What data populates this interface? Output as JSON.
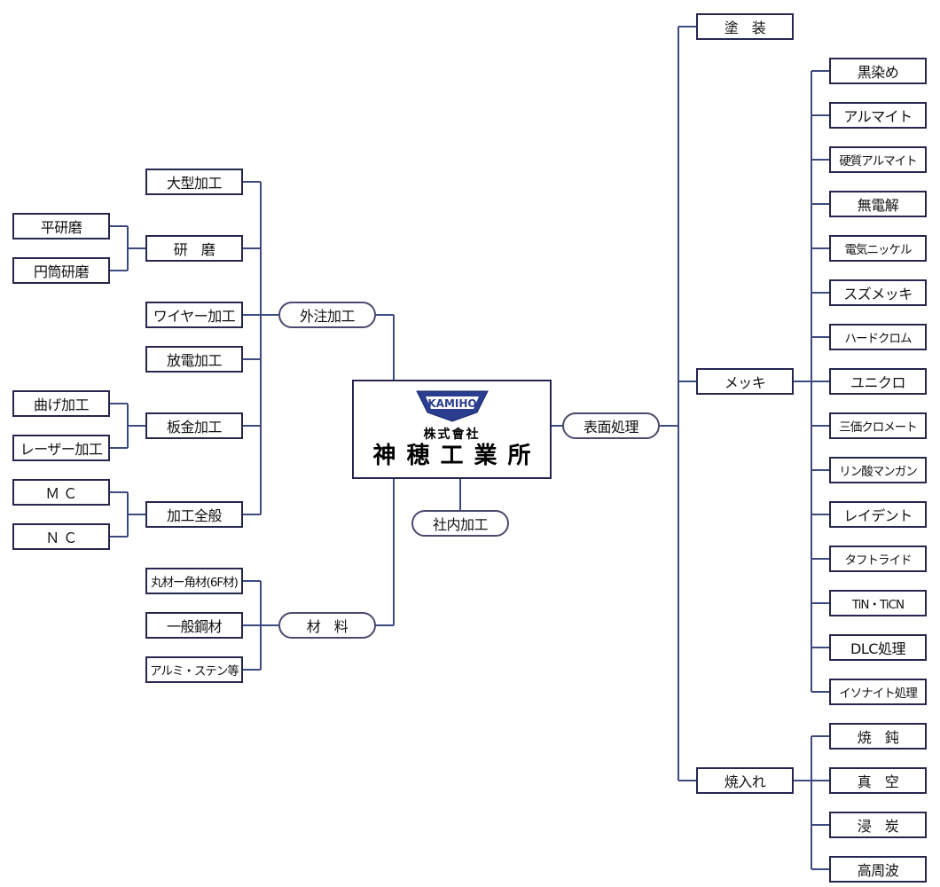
{
  "center": {
    "logo_text": "KAMIHO",
    "company_type": "株式會社",
    "company_name": "神穂工業所"
  },
  "hubs": {
    "outsourced": "外注加工",
    "materials": "材　料",
    "inhouse": "社内加工",
    "surface": "表面処理"
  },
  "outsourced": {
    "items": [
      "大型加工",
      "研　磨",
      "ワイヤー加工",
      "放電加工",
      "板金加工",
      "加工全般"
    ],
    "grinding": [
      "平研磨",
      "円筒研磨"
    ],
    "sheet_metal": [
      "曲げ加工",
      "レーザー加工"
    ],
    "general": [
      "Ｍ Ｃ",
      "Ｎ Ｃ"
    ]
  },
  "materials": {
    "items": [
      "丸材ー角材(6F材)",
      "一般鋼材",
      "アルミ・ステン等"
    ]
  },
  "surface": {
    "items": [
      "塗　装",
      "メッキ",
      "焼入れ"
    ],
    "plating": [
      "黒染め",
      "アルマイト",
      "硬質アルマイト",
      "無電解",
      "電気ニッケル",
      "スズメッキ",
      "ハードクロム",
      "ユニクロ",
      "三価クロメート",
      "リン酸マンガン",
      "レイデント",
      "タフトライド",
      "TiN・TiCN",
      "DLC処理",
      "イソナイト処理"
    ],
    "hardening": [
      "焼　鈍",
      "真　空",
      "浸　炭",
      "高周波"
    ]
  },
  "colors": {
    "line": "#3c4a80",
    "border": "#26264f",
    "logo": "#2a3d8f"
  }
}
